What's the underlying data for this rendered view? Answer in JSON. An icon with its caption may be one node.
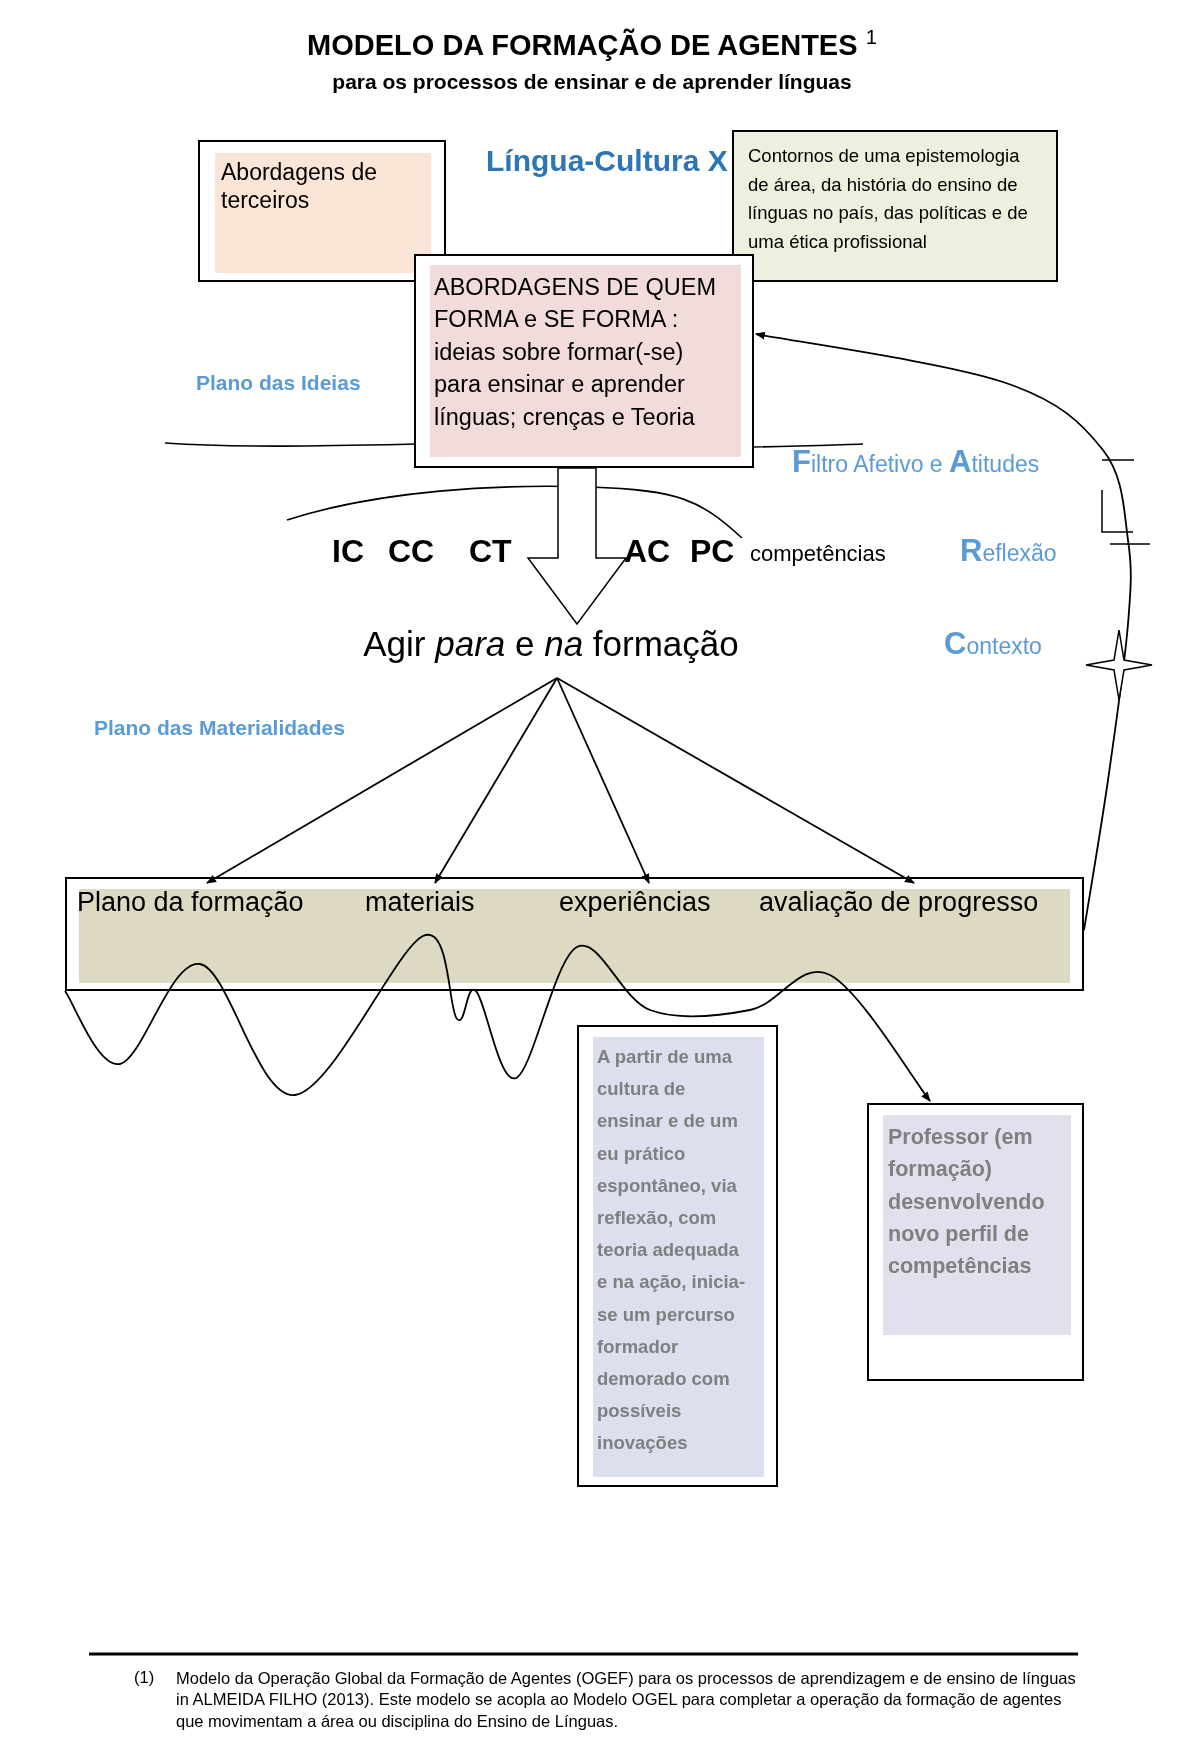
{
  "diagram": {
    "title": "MODELO DA FORMAÇÃO DE AGENTES $^{1}$",
    "nodes": [
      {
        "text": [
          "Abordagens de terceiros"
        ]
      },
      {
        "text": [
          "Contornos de uma epistemologia de área, da história do ensino de línguas no país, das políticas e de uma ética profissional"
        ]
      },
      {
        "text": [
          "ABORDAGENS DE QUEM FORMA e SE FORMA : ideias sobre formar(-se) para ensinar e aprender línguas; crenças e Teoria"
        ]
      },
      {
        "text": [
          "Agir *para* e *na* formação"
        ]
      },
      {
        "text": [],
        "shape": "box"
      },
      {
        "text": [
          "Plano da formação"
        ],
        "in": 4
      },
      {
        "text": [
          "materiais"
        ],
        "in": 4
      },
      {
        "text": [
          "experiências"
        ],
        "in": 4
      },
      {
        "text": [
          "avaliação de progresso"
        ],
        "in": 4
      },
      {
        "text": [
          "A partir de uma cultura de ensinar e de um eu prático espontâneo, via reflexão, com teoria adequada e na ação, inicia-se um percurso formador demorado com possíveis inovações"
        ]
      },
      {
        "text": [
          "Professor (em formação) desenvolvendo novo perfil de competências"
        ]
      }
    ],
    "edges": [
      {
        "from": 2,
        "to": 3,
        "arrow": "to",
        "style": "thick"
      },
      {
        "from": 3,
        "to": 5,
        "arrow": "to"
      },
      {
        "from": 3,
        "to": 6,
        "arrow": "to"
      },
      {
        "from": 3,
        "to": 7,
        "arrow": "to"
      },
      {
        "from": 3,
        "to": 8,
        "arrow": "to"
      },
      {
        "from": 4,
        "to": 10,
        "arrow": "to"
      },
      {
        "from": 4,
        "to": 2,
        "arrow": "to"
      }
    ],
    "labels": [
      "para os processos de ensinar e de aprender línguas",
      "Língua-Cultura X",
      "Plano das Ideias",
      "**F**iltro Afetivo e **A**titudes",
      "IC",
      "CC",
      "CT",
      "AC",
      "PC",
      "competências",
      "**R**eflexão",
      "**C**ontexto",
      "Plano das Materialidades",
      "(1)",
      "Modelo da Operação Global da Formação de Agentes (OGEF) para os processos de aprendizagem e de ensino de línguas in ALMEIDA FILHO (2013). Este modelo se acopla ao Modelo OGEL para completar a operação da formação de agentes que movimentam a área ou disciplina do Ensino de Línguas."
    ]
  }
}
